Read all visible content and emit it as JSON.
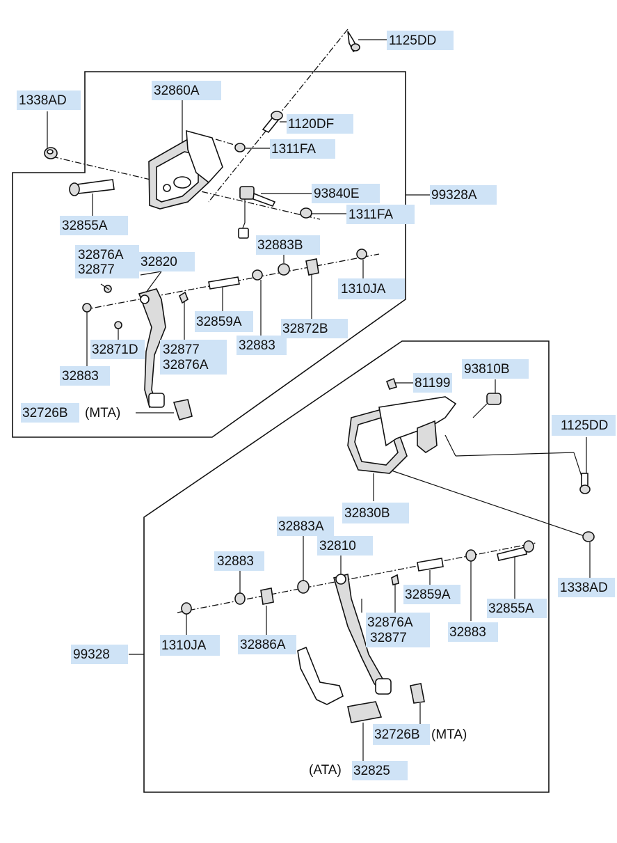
{
  "labels": {
    "p1125DD_top": "1125DD",
    "p1338AD_top": "1338AD",
    "p32860A": "32860A",
    "p1120DF": "1120DF",
    "p1311FA_a": "1311FA",
    "p93840E": "93840E",
    "p99328A": "99328A",
    "p1311FA_b": "1311FA",
    "p32855A_top": "32855A",
    "p32876A_top": "32876A",
    "p32877_top": "32877",
    "p32820": "32820",
    "p32883B": "32883B",
    "p1310JA_top": "1310JA",
    "p32859A_top": "32859A",
    "p32872B": "32872B",
    "p32883_mid": "32883",
    "p32871D": "32871D",
    "p32877_b": "32877",
    "p32876A_b": "32876A",
    "p32883_left": "32883",
    "p32726B_top": "32726B",
    "mta_top": "(MTA)",
    "p81199": "81199",
    "p93810B": "93810B",
    "p1125DD_right": "1125DD",
    "p32830B": "32830B",
    "p32883A": "32883A",
    "p32810": "32810",
    "p32883_low": "32883",
    "p1338AD_right": "1338AD",
    "p32859A_low": "32859A",
    "p32855A_low": "32855A",
    "p32876A_low": "32876A",
    "p32877_low": "32877",
    "p32883_right": "32883",
    "p1310JA_low": "1310JA",
    "p32886A": "32886A",
    "p99328": "99328",
    "p32726B_low": "32726B",
    "mta_low": "(MTA)",
    "ata": "(ATA)",
    "p32825": "32825"
  }
}
